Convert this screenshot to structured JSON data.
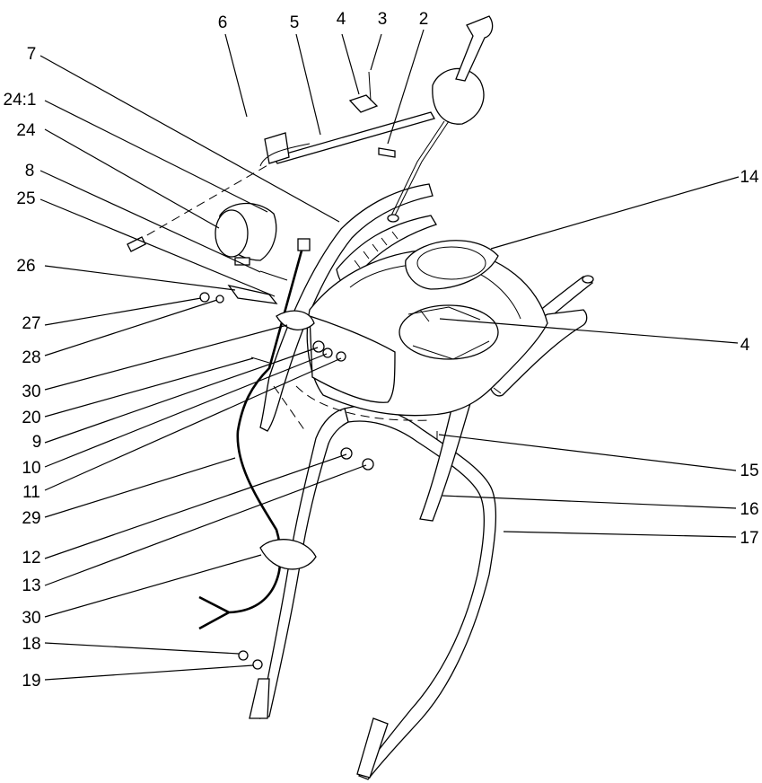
{
  "callouts": [
    {
      "id": "c6",
      "label": "6"
    },
    {
      "id": "c5",
      "label": "5"
    },
    {
      "id": "c4a",
      "label": "4"
    },
    {
      "id": "c3",
      "label": "3"
    },
    {
      "id": "c2",
      "label": "2"
    },
    {
      "id": "c7",
      "label": "7"
    },
    {
      "id": "c24-1",
      "label": "24:1"
    },
    {
      "id": "c24",
      "label": "24"
    },
    {
      "id": "c8",
      "label": "8"
    },
    {
      "id": "c25",
      "label": "25"
    },
    {
      "id": "c14",
      "label": "14"
    },
    {
      "id": "c26",
      "label": "26"
    },
    {
      "id": "c27",
      "label": "27"
    },
    {
      "id": "c4b",
      "label": "4"
    },
    {
      "id": "c28",
      "label": "28"
    },
    {
      "id": "c30a",
      "label": "30"
    },
    {
      "id": "c20",
      "label": "20"
    },
    {
      "id": "c9",
      "label": "9"
    },
    {
      "id": "c10",
      "label": "10"
    },
    {
      "id": "c15",
      "label": "15"
    },
    {
      "id": "c11",
      "label": "11"
    },
    {
      "id": "c29",
      "label": "29"
    },
    {
      "id": "c16",
      "label": "16"
    },
    {
      "id": "c17",
      "label": "17"
    },
    {
      "id": "c12",
      "label": "12"
    },
    {
      "id": "c13",
      "label": "13"
    },
    {
      "id": "c30b",
      "label": "30"
    },
    {
      "id": "c18",
      "label": "18"
    },
    {
      "id": "c19",
      "label": "19"
    }
  ]
}
